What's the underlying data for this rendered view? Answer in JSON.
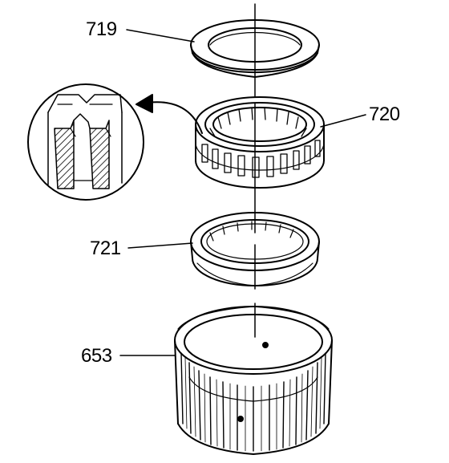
{
  "callouts": {
    "part_719": "719",
    "part_720": "720",
    "part_721": "721",
    "part_653": "653"
  },
  "colors": {
    "ink": "#000000",
    "paper": "#ffffff"
  }
}
